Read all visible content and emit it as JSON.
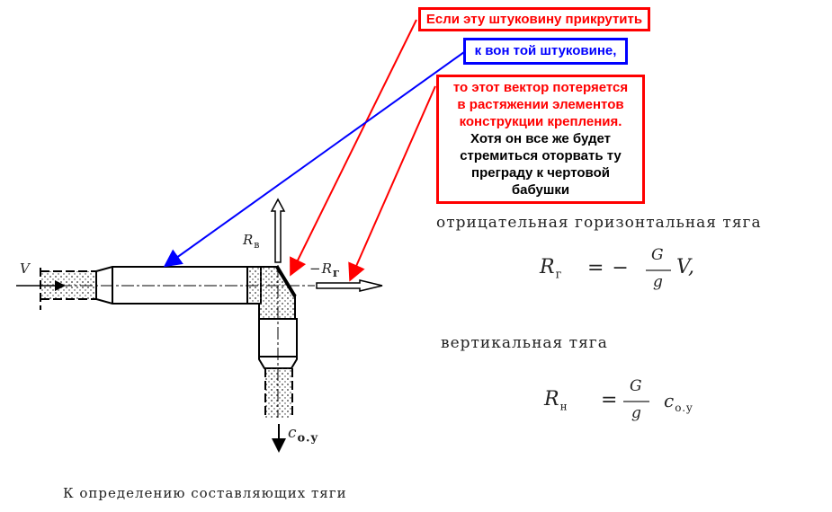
{
  "annotations": {
    "box1": "Если эту штуковину прикрутить",
    "box2": "к вон той штуковине,",
    "box3_red": [
      "то этот вектор потеряется",
      "в растяжении элементов",
      "конструкции крепления."
    ],
    "box3_black": [
      "Хотя он все же будет",
      "стремиться оторвать ту",
      "преграду к чертовой",
      "бабушки"
    ]
  },
  "diagram_labels": {
    "v": "V",
    "r_v": "R",
    "r_v_sub": "в",
    "r_g": "−R",
    "r_g_sub": "г",
    "c_oy": "c",
    "c_oy_sub": "o.y"
  },
  "text": {
    "horizontal_label": "отрицательная горизонтальная тяга",
    "formula1_lhs": "R",
    "formula1_lhs_sub": "г",
    "formula1_eq": "= −",
    "formula1_num": "G",
    "formula1_den": "g",
    "formula1_tail": "V,",
    "vertical_label": "вертикальная тяга",
    "formula2_lhs": "R",
    "formula2_lhs_sub": "н",
    "formula2_eq": "=",
    "formula2_num": "G",
    "formula2_den": "g",
    "formula2_tail": "c",
    "formula2_tail_sub": "o.y",
    "caption": "К определению составляющих тяги"
  },
  "colors": {
    "red": "#ff0000",
    "blue": "#0000ff"
  }
}
